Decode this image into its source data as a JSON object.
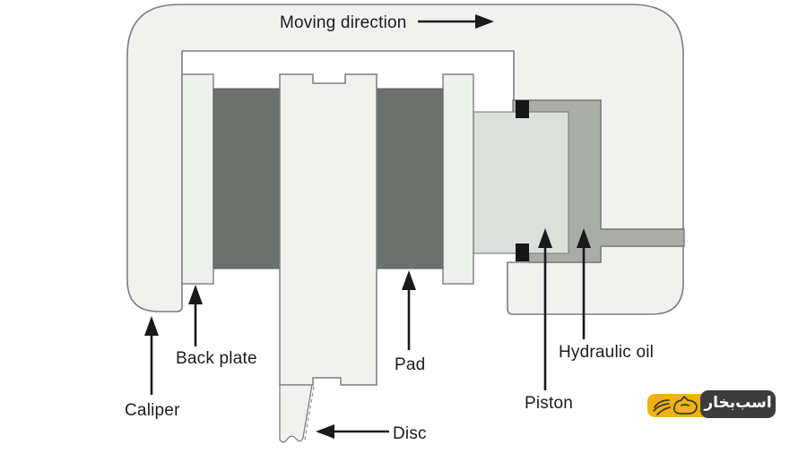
{
  "diagram": {
    "labels": {
      "moving_direction": "Moving direction",
      "caliper": "Caliper",
      "back_plate": "Back plate",
      "pad": "Pad",
      "disc": "Disc",
      "piston": "Piston",
      "hydraulic_oil": "Hydraulic oil"
    },
    "colors": {
      "caliper_body": "#f1f2f0",
      "back_plate": "#eef0ed",
      "disc": "#f1f2f0",
      "pad": "#6c716d",
      "piston": "#dce0dc",
      "hydraulic_oil": "#a8ada7",
      "seal": "#161616",
      "outline": "#7d7d7d",
      "arrow": "#1a1a1a",
      "label_text": "#1c1c1c"
    }
  },
  "logo": {
    "brand_text": "اسب‌بخار",
    "icon": "winged-horse-icon",
    "colors": {
      "accent_yellow": "#f0b30e",
      "dark": "#3c3c3c",
      "text": "#ffffff"
    }
  }
}
